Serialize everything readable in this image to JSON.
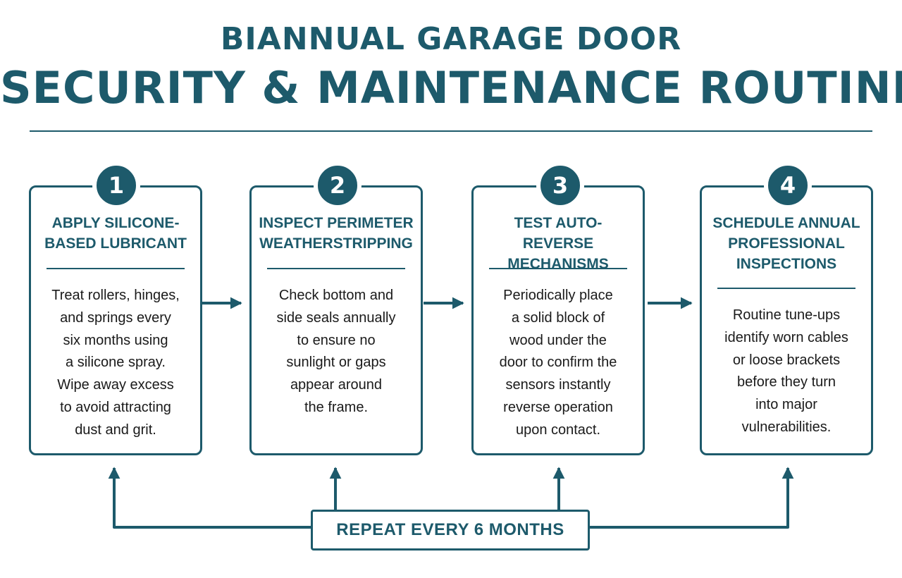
{
  "header": {
    "title_line1": "BIANNUAL GARAGE DOOR",
    "title_line2": "SECURITY & MAINTENANCE ROUTINE"
  },
  "steps": [
    {
      "number": "1",
      "heading": "ABPLY SILICONE-\nBASED LUBRICANT",
      "body": "Treat rollers, hinges,\nand springs every\nsix months using\na silicone spray.\nWipe away excess\nto avoid attracting\ndust and grit."
    },
    {
      "number": "2",
      "heading": "INSPECT PERIMETER\nWEATHERSTRIPPING",
      "body": "Check bottom and\nside seals annually\nto ensure no\nsunlight or gaps\nappear around\nthe frame."
    },
    {
      "number": "3",
      "heading": "TEST AUTO-REVERSE\nMECHANISMS",
      "body": "Periodically place\na solid block of\nwood under the\ndoor to confirm the\nsensors instantly\nreverse operation\nupon contact."
    },
    {
      "number": "4",
      "heading": "SCHEDULE ANNUAL\nPROFESSIONAL\nINSPECTIONS",
      "body": "Routine tune-ups\nidentify worn cables\nor loose brackets\nbefore they turn\ninto major\nvulnerabilities."
    }
  ],
  "repeat": {
    "label": "REPEAT EVERY 6 MONTHS"
  },
  "colors": {
    "accent": "#1d5a6b",
    "body_text": "#1a1a1a",
    "background": "#ffffff"
  }
}
